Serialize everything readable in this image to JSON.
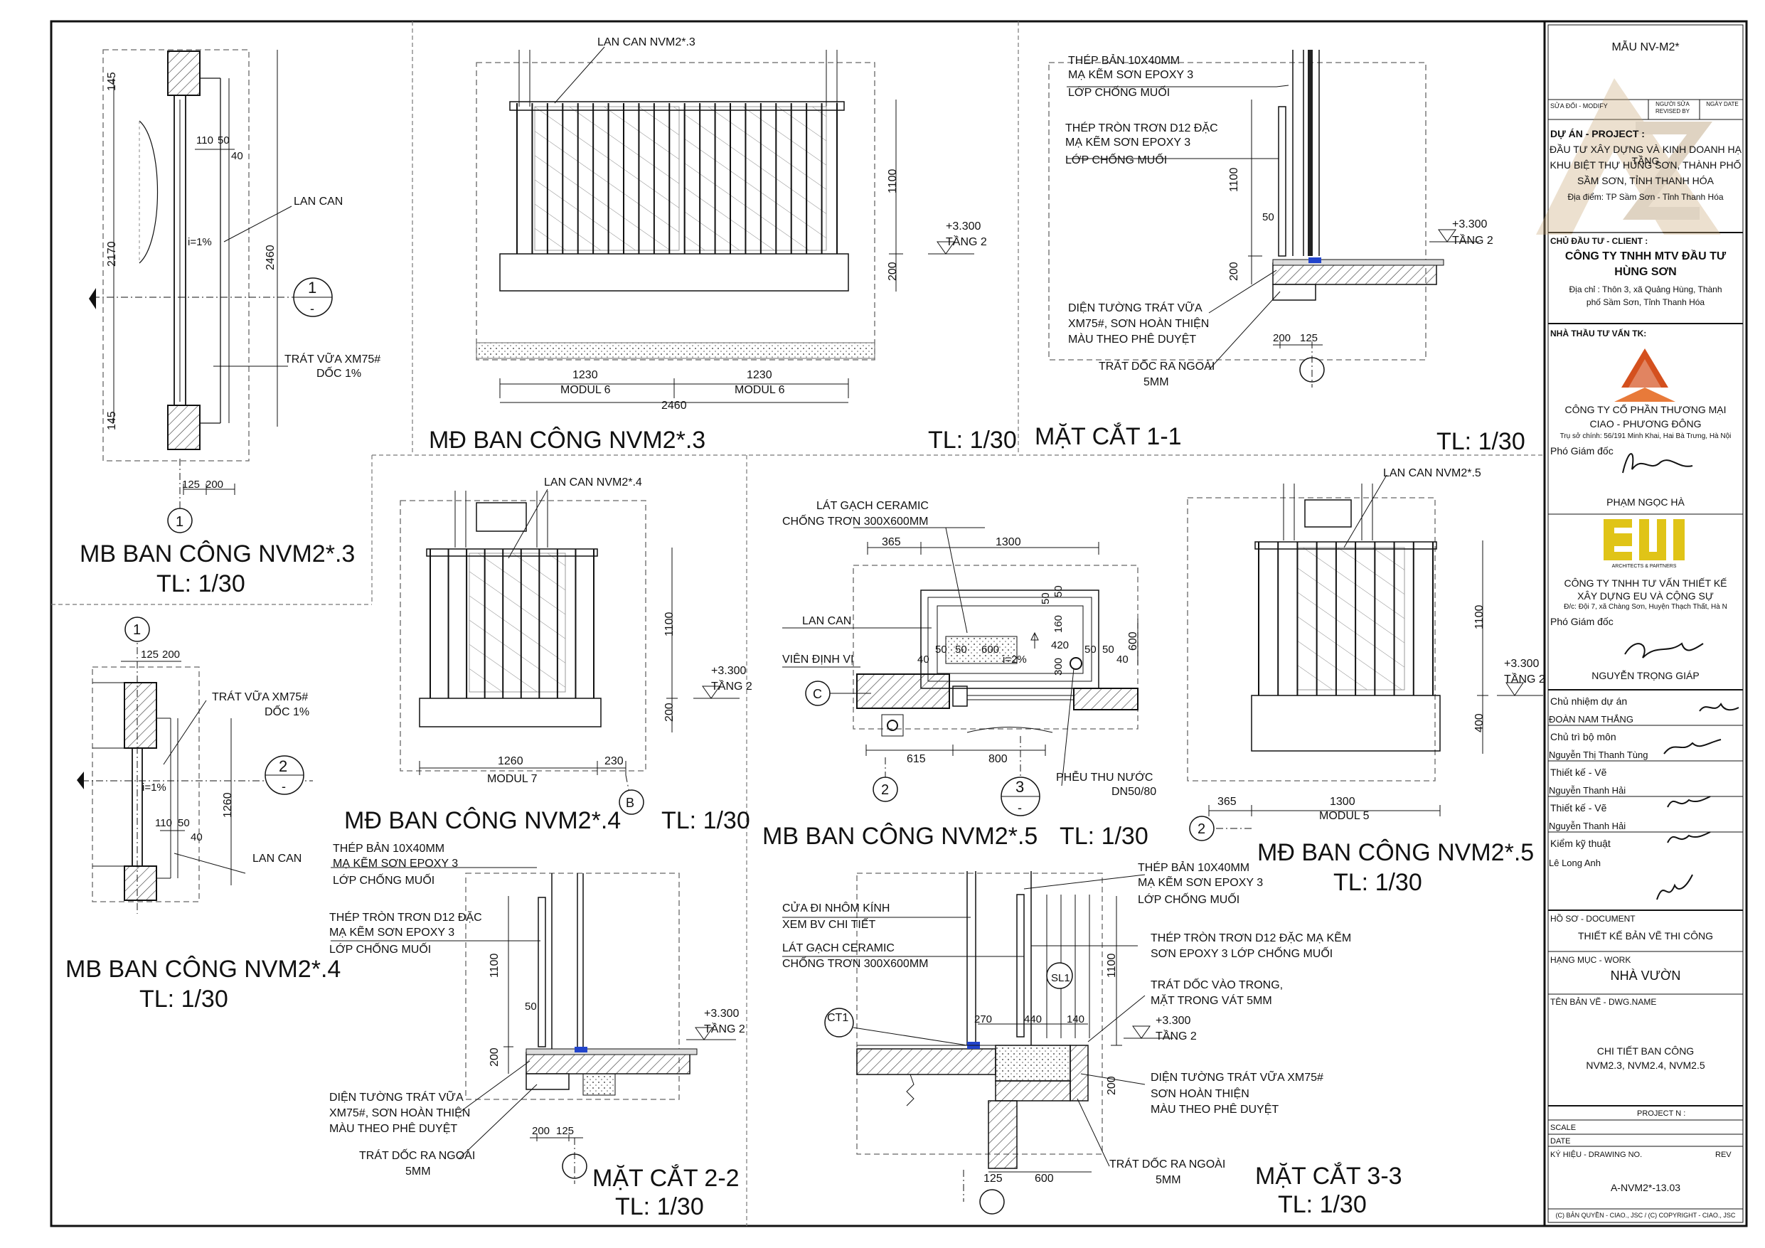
{
  "views": {
    "mb3": {
      "title": "MB BAN CÔNG NVM2*.3",
      "scale": "TL: 1/30",
      "notes": {
        "lan_can": "LAN CAN",
        "trat_vua": "TRÁT VỮA XM75#",
        "doc": "DỐC 1%",
        "slope": "i=1%"
      },
      "dims": {
        "d145a": "145",
        "d2170": "2170",
        "d145b": "145",
        "d2460": "2460",
        "d110": "110",
        "d50": "50",
        "d40": "40",
        "d125": "125",
        "d200": "200"
      },
      "marker": "1",
      "marker_sub": "-"
    },
    "md3": {
      "title": "MĐ BAN CÔNG NVM2*.3",
      "scale": "TL: 1/30",
      "notes": {
        "lan_can": "LAN CAN NVM2*.3",
        "level": "+3.300",
        "floor": "TẦNG 2"
      },
      "dims": {
        "d1230a": "1230",
        "modul_a": "MODUL 6",
        "d1230b": "1230",
        "modul_b": "MODUL 6",
        "d2460": "2460",
        "d1100": "1100",
        "d200": "200"
      }
    },
    "mc1": {
      "title": "MẶT CẮT 1-1",
      "scale": "TL: 1/30",
      "notes": {
        "n1": [
          "THÉP BẢN 10X40MM",
          "MẠ KẼM SƠN EPOXY 3",
          "LỚP CHỐNG MUỐI"
        ],
        "n2": [
          "THÉP TRÒN TRƠN D12 ĐẶC",
          "MẠ KẼM SƠN EPOXY 3",
          "LỚP CHỐNG MUỐI"
        ],
        "n3": [
          "DIỆN TƯỜNG TRÁT VỮA",
          "XM75#, SƠN HOÀN THIỆN",
          "MÀU THEO PHÊ DUYỆT"
        ],
        "n4": [
          "TRÁT DỐC RA NGOÀI",
          "5MM"
        ],
        "level": "+3.300",
        "floor": "TẦNG 2"
      },
      "dims": {
        "d1100": "1100",
        "d200": "200",
        "d50": "50",
        "d200b": "200",
        "d125": "125"
      }
    },
    "md4": {
      "title": "MĐ BAN CÔNG NVM2*.4",
      "scale": "TL: 1/30",
      "notes": {
        "lan_can": "LAN CAN NVM2*.4",
        "level": "+3.300",
        "floor": "TẦNG 2"
      },
      "dims": {
        "d1260": "1260",
        "modul": "MODUL 7",
        "d230": "230",
        "d1100": "1100",
        "d200": "200"
      },
      "marker": "B"
    },
    "mb4": {
      "title": "MB BAN CÔNG NVM2*.4",
      "scale": "TL: 1/30",
      "notes": {
        "trat_vua": "TRÁT VỮA XM75#",
        "doc": "DỐC 1%",
        "lan_can": "LAN CAN",
        "slope": "i=1%"
      },
      "dims": {
        "d125": "125",
        "d200": "200",
        "d1260": "1260",
        "d110": "110",
        "d50": "50",
        "d40": "40"
      },
      "marker_top": "1",
      "marker": "2",
      "marker_sub": "-"
    },
    "mc2": {
      "title": "MẶT CẮT 2-2",
      "scale": "TL: 1/30",
      "notes": {
        "n1": [
          "THÉP BẢN 10X40MM",
          "MẠ KẼM SƠN EPOXY 3",
          "LỚP CHỐNG MUỐI"
        ],
        "n2": [
          "THÉP TRÒN TRƠN D12 ĐẶC",
          "MẠ KẼM SƠN EPOXY 3",
          "LỚP CHỐNG MUỐI"
        ],
        "n3": [
          "DIỆN TƯỜNG TRÁT VỮA",
          "XM75#, SƠN HOÀN THIỆN",
          "MÀU THEO PHÊ DUYỆT"
        ],
        "n4": [
          "TRÁT DỐC RA NGOÀI",
          "5MM"
        ],
        "level": "+3.300",
        "floor": "TẦNG 2"
      },
      "dims": {
        "d1100": "1100",
        "d200": "200",
        "d50": "50",
        "d200b": "200",
        "d125": "125"
      }
    },
    "mb5": {
      "title": "MB BAN CÔNG NVM2*.5",
      "scale": "TL: 1/30",
      "notes": {
        "lat_gach": [
          "LÁT GẠCH CERAMIC",
          "CHỐNG TRƠN 300X600MM"
        ],
        "lan_can": "LAN CAN",
        "vien": "VIÊN ĐỊNH VỊ",
        "pheu": [
          "PHỄU THU NƯỚC",
          "DN50/80"
        ],
        "slope": "i=2%"
      },
      "dims": {
        "d365": "365",
        "d1300": "1300",
        "d600": "600",
        "d600v": "600",
        "d50a": "50",
        "d50b": "50",
        "d40a": "40",
        "d40b": "40",
        "d420": "420",
        "d300": "300",
        "d160": "160",
        "d615": "615",
        "d800": "800"
      },
      "markers": {
        "c": "C",
        "m2": "2",
        "m3": "3",
        "m3sub": "-"
      }
    },
    "md5": {
      "title": "MĐ BAN CÔNG NVM2*.5",
      "scale": "TL: 1/30",
      "notes": {
        "lan_can": "LAN CAN NVM2*.5",
        "level": "+3.300",
        "floor": "TẦNG 2"
      },
      "dims": {
        "d365": "365",
        "d1300": "1300",
        "modul": "MODUL 5",
        "d1100": "1100",
        "d400": "400"
      },
      "marker": "2"
    },
    "mc3": {
      "title": "MẶT CẮT 3-3",
      "scale": "TL: 1/30",
      "notes": {
        "n1": [
          "THÉP BẢN 10X40MM",
          "MẠ KẼM SƠN EPOXY 3",
          "LỚP CHỐNG MUỐI"
        ],
        "n2": [
          "CỬA ĐI NHÔM KÍNH",
          "XEM BV CHI TIẾT"
        ],
        "n3": [
          "LÁT GẠCH CERAMIC",
          "CHỐNG TRƠN 300X600MM"
        ],
        "n4": [
          "THÉP TRÒN TRƠN D12 ĐẶC MẠ KẼM",
          "SƠN EPOXY 3 LỚP CHỐNG MUỐI"
        ],
        "n5": [
          "TRÁT DỐC VÀO TRONG,",
          "MẶT TRONG VÁT 5MM"
        ],
        "n6": [
          "DIỆN TƯỜNG TRÁT VỮA XM75#",
          "SƠN HOÀN THIỆN",
          "MÀU THEO PHÊ DUYỆT"
        ],
        "n7": [
          "TRÁT DỐC RA NGOÀI",
          "5MM"
        ],
        "level": "+3.300",
        "floor": "TẦNG 2",
        "ct": "CT1",
        "sl": "SL1"
      },
      "dims": {
        "d1100": "1100",
        "d200": "200",
        "d270": "270",
        "d440": "440",
        "d140": "140",
        "d125": "125",
        "d600": "600"
      }
    }
  },
  "title_block": {
    "sheet_code": "MẪU NV-M2*",
    "rev_cols": [
      "SỬA ĐỔI - MODIFY",
      "NGƯỜI SỬA REVISED BY",
      "NGÀY DATE"
    ],
    "project_label": "DỰ ÁN - PROJECT :",
    "project_lines": [
      "ĐẦU TƯ XÂY DỰNG VÀ KINH DOANH HẠ TẦNG",
      "KHU BIỆT THỰ HÙNG SƠN, THÀNH PHỐ",
      "SẦM SƠN, TỈNH THANH HÓA"
    ],
    "location": "Địa điểm: TP Sầm Sơn - Tỉnh Thanh Hóa",
    "client_label": "CHỦ ĐẦU TƯ - CLIENT :",
    "client_lines": [
      "CÔNG TY TNHH MTV ĐẦU TƯ",
      "HÙNG SƠN"
    ],
    "client_addr": [
      "Địa chỉ : Thôn 3, xã Quảng Hùng, Thành",
      "phố Sầm Sơn, Tỉnh Thanh Hóa"
    ],
    "consultant_label": "NHÀ THẦU TƯ VẤN TK:",
    "consultant1": [
      "CÔNG TY CỔ PHẦN THƯƠNG MẠI",
      "CIAO - PHƯƠNG ĐÔNG"
    ],
    "consultant1_addr": "Trụ sở chính: 56/191 Minh Khai, Hai Bà Trưng, Hà Nội",
    "vice_director1": "Phó Giám đốc",
    "sign1": "PHẠM NGỌC HÀ",
    "logo2_text": "ARCHITECTS & PARTNERS",
    "consultant2": [
      "CÔNG TY TNHH TƯ VẤN THIẾT KẾ",
      "XÂY DỰNG EU VÀ CỘNG SỰ"
    ],
    "consultant2_addr": "Đ/c: Đội 7, xã Chàng Sơn, Huyện Thạch Thất, Hà N",
    "vice_director2": "Phó Giám đốc",
    "sign2": "NGUYỄN TRỌNG GIÁP",
    "roles": [
      {
        "role": "Chủ nhiệm dự án",
        "name": "ĐOÀN NAM THẮNG"
      },
      {
        "role": "Chủ trì bộ môn",
        "name": "Nguyễn Thị Thanh Tùng"
      },
      {
        "role": "Thiết kế - Vẽ",
        "name": "Nguyễn Thanh Hải"
      },
      {
        "role": "Thiết kế - Vẽ",
        "name": "Nguyễn Thanh Hải"
      },
      {
        "role": "Kiểm kỹ thuật",
        "name": "Lê Long Anh"
      }
    ],
    "document_label": "HỒ SƠ - DOCUMENT",
    "document": "THIẾT KẾ BẢN VẼ THI CÔNG",
    "work_label": "HẠNG MỤC - WORK",
    "work": "NHÀ VƯỜN",
    "dwg_label": "TÊN BẢN VẼ - DWG.NAME",
    "dwg_lines": [
      "CHI TIẾT BAN CÔNG",
      "NVM2.3, NVM2.4, NVM2.5"
    ],
    "project_no": "PROJECT N :",
    "scale_label": "SCALE",
    "date_label": "DATE",
    "drawing_no_label": "KÝ HIỆU - DRAWING NO.",
    "rev_label": "REV",
    "drawing_no": "A-NVM2*-13.03",
    "copyright": "(C) BẢN QUYỀN - CIAO., JSC   /   (C) COPYRIGHT - CIAO., JSC"
  }
}
